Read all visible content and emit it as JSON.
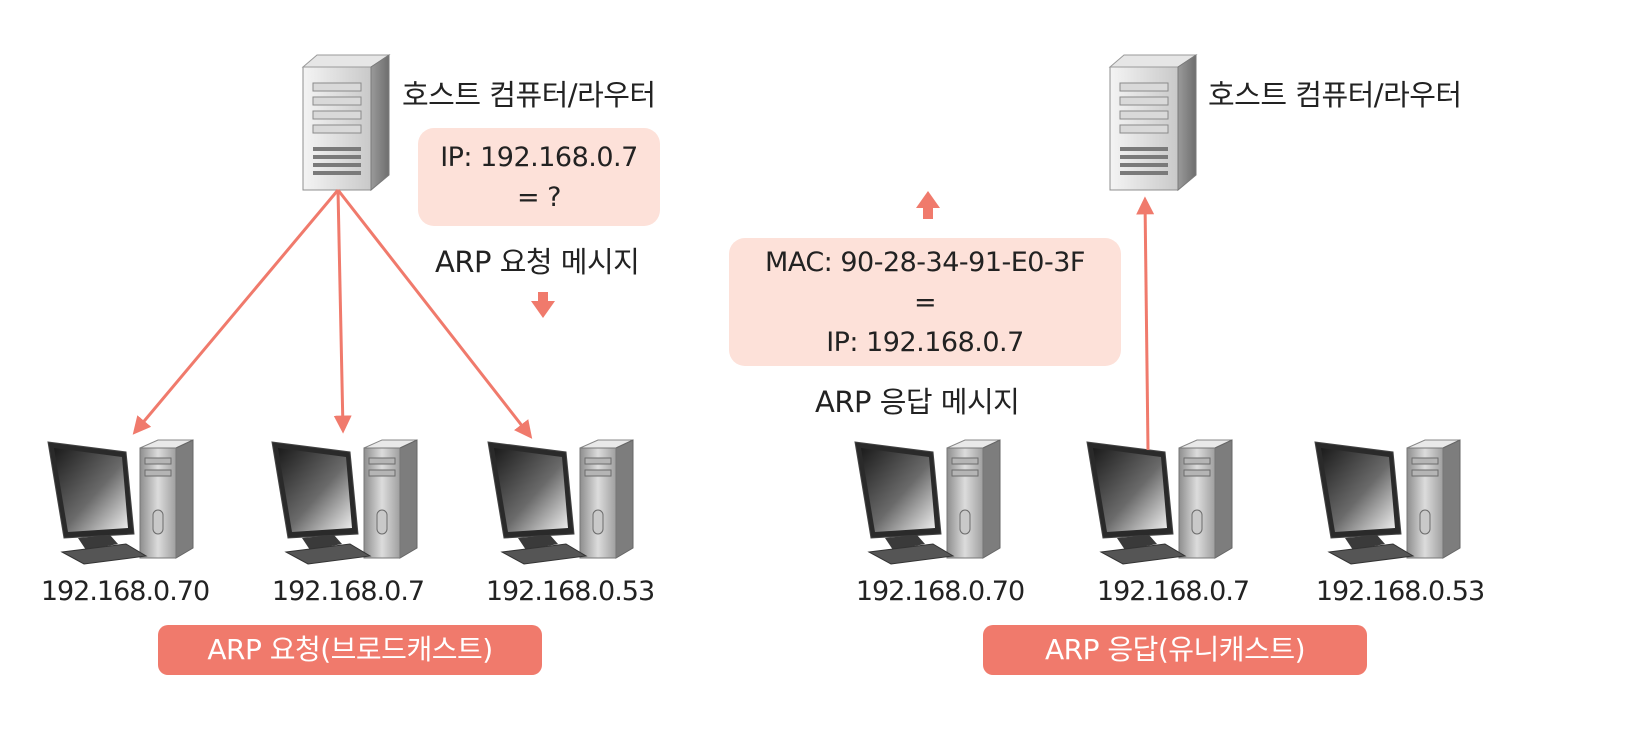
{
  "colors": {
    "accent": "#f07a6c",
    "bubble": "#fde1d9"
  },
  "left": {
    "server_label": "호스트 컴퓨터/라우터",
    "bubble_lines": [
      "IP: 192.168.0.7",
      "= ?"
    ],
    "message_label": "ARP 요청 메시지",
    "clients": [
      "192.168.0.70",
      "192.168.0.7",
      "192.168.0.53"
    ],
    "caption": "ARP 요청(브로드캐스트)"
  },
  "right": {
    "server_label": "호스트 컴퓨터/라우터",
    "bubble_lines": [
      "MAC: 90-28-34-91-E0-3F",
      "=",
      "IP: 192.168.0.7"
    ],
    "message_label": "ARP 응답 메시지",
    "clients": [
      "192.168.0.70",
      "192.168.0.7",
      "192.168.0.53"
    ],
    "caption": "ARP 응답(유니캐스트)"
  },
  "icons": {
    "server": "server-tower-icon",
    "client": "desktop-computer-icon"
  }
}
